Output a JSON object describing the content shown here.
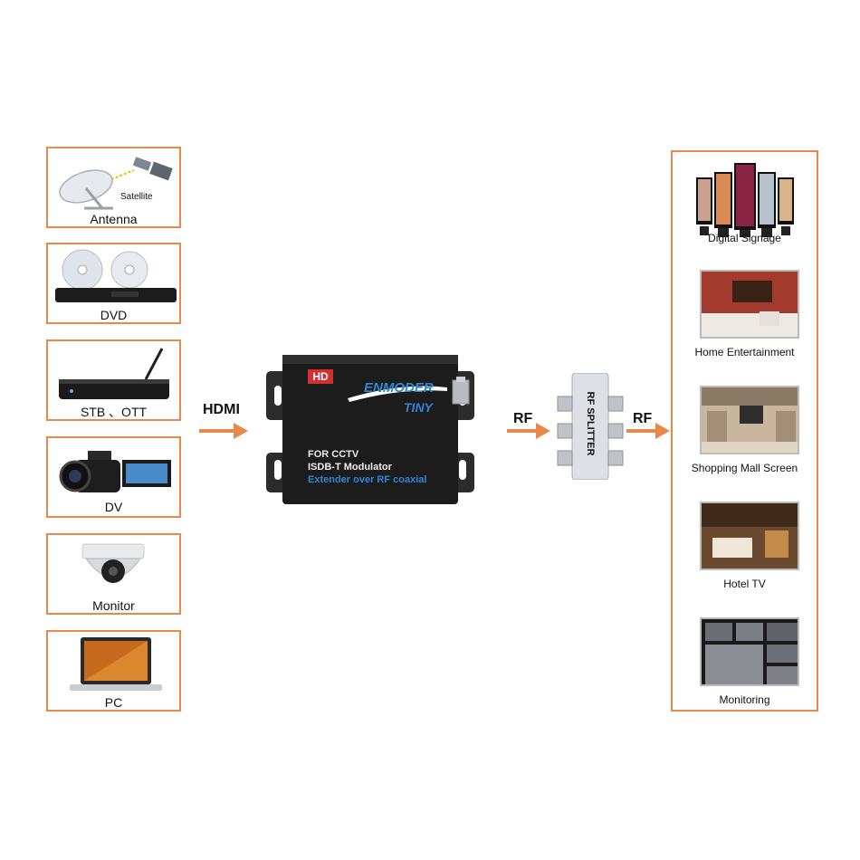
{
  "sources": {
    "antenna": {
      "label": "Antenna",
      "sub": "Satellite"
    },
    "dvd": {
      "label": "DVD"
    },
    "stb": {
      "label": "STB 、OTT"
    },
    "dv": {
      "label": "DV"
    },
    "monitor": {
      "label": "Monitor"
    },
    "pc": {
      "label": "PC"
    }
  },
  "links": {
    "hdmi": "HDMI",
    "rf_in": "RF",
    "rf_out": "RF"
  },
  "modulator": {
    "badge": "HD",
    "brand": "ENMODER",
    "model": "TINY",
    "line1": "FOR CCTV",
    "line2": "ISDB-T Modulator",
    "line3": "Extender over RF coaxial"
  },
  "splitter": {
    "label": "RF SPLITTER"
  },
  "destinations": {
    "signage": "Digital Signage",
    "home": "Home Entertainment",
    "mall": "Shopping Mall Screen",
    "hotel": "Hotel TV",
    "monitoring": "Monitoring"
  },
  "colors": {
    "accent": "#e8884a",
    "blue": "#2f86d6",
    "badge": "#d23030"
  }
}
